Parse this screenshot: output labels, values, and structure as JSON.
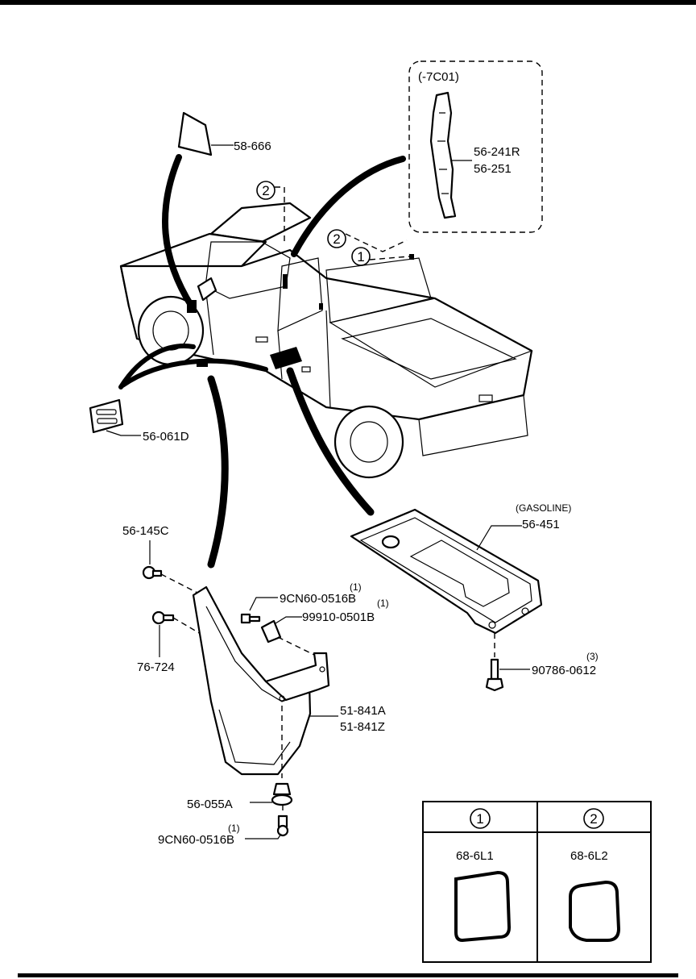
{
  "parts": {
    "p58666": "58-666",
    "p56241R": "56-241R",
    "p56251": "56-251",
    "p56061D": "56-061D",
    "p56145C": "56-145C",
    "p9CN60_a": "9CN60-0516B",
    "p99910": "99910-0501B",
    "p76724": "76-724",
    "p51841A": "51-841A",
    "p51841Z": "51-841Z",
    "p56055A": "56-055A",
    "p9CN60_b": "9CN60-0516B",
    "p56451": "56-451",
    "p90786": "90786-0612",
    "p686L1": "68-6L1",
    "p686L2": "68-6L2"
  },
  "quantities": {
    "q9CN60_a": "(1)",
    "q99910": "(1)",
    "q9CN60_b": "(1)",
    "q90786": "(3)"
  },
  "notes": {
    "variant": "(-7C01)",
    "gasoline": "(GASOLINE)"
  },
  "callouts": {
    "one": "1",
    "two": "2"
  },
  "legend": {
    "col1_num": "1",
    "col2_num": "2",
    "col1_part": "68-6L1",
    "col2_part": "68-6L2"
  }
}
